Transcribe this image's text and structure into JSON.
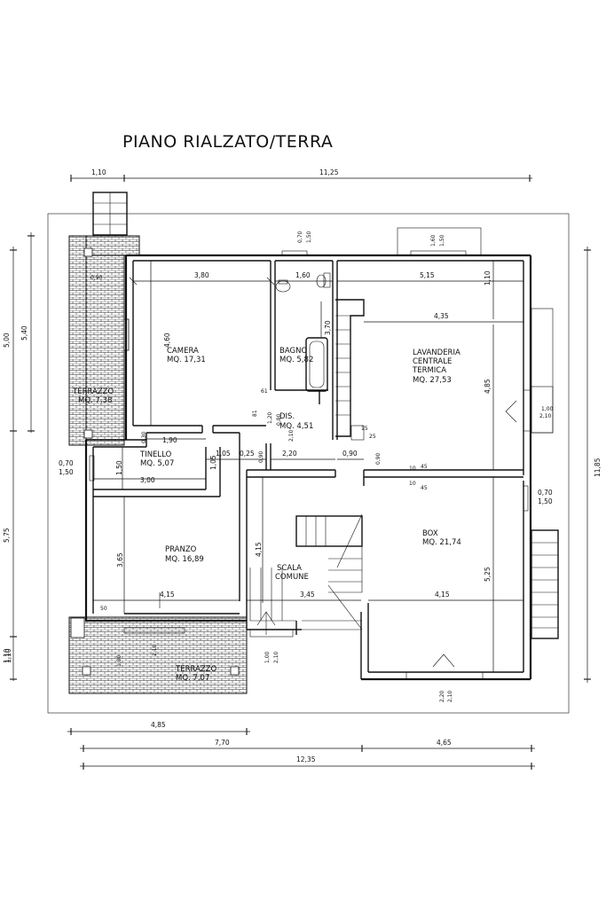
{
  "title": "PIANO RIALZATO/TERRA",
  "rooms": {
    "camera": {
      "name": "CAMERA",
      "area": "MQ. 17,31"
    },
    "bagno": {
      "name": "BAGNO",
      "area": "MQ. 5,82"
    },
    "lavanderia": {
      "line1": "LAVANDERIA",
      "line2": "CENTRALE",
      "line3": "TERMICA",
      "area": "MQ. 27,53"
    },
    "dis": {
      "name": "DIS.",
      "area": "MQ. 4,51"
    },
    "tinello": {
      "name": "TINELLO",
      "area": "MQ. 5,07"
    },
    "pranzo": {
      "name": "PRANZO",
      "area": "MQ. 16,89"
    },
    "box": {
      "name": "BOX",
      "area": "MQ. 21,74"
    },
    "scala": {
      "line1": "SCALA",
      "line2": "COMUNE"
    },
    "terrazzo_left": {
      "name": "TERRAZZO",
      "area": "MQ. 7,38"
    },
    "terrazzo_bottom": {
      "name": "TERRAZZO",
      "area": "MQ. 7,07"
    }
  },
  "dims": {
    "top_left": "1,10",
    "top_right": "11,25",
    "left_outer_upper": "5,00",
    "left_inner_upper": "5,40",
    "left_outer_lower": "5,75",
    "left_outer_bottom": "1,10",
    "right_total": "11,85",
    "bottom_1": "4,85",
    "bottom_2a": "7,70",
    "bottom_2b": "4,65",
    "bottom_total": "12,35",
    "camera_w": "3,80",
    "camera_h": "4,60",
    "bagno_w": "1,60",
    "bagno_h": "3,70",
    "bagno_win_a": "0,70",
    "bagno_win_b": "1,50",
    "lav_w1": "5,15",
    "lav_w2": "4,35",
    "lav_h1": "1,10",
    "lav_h2": "4,85",
    "lav_win_a": "1,60",
    "lav_win_b": "1,50",
    "lav_door_a": "1,00",
    "lav_door_b": "2,10",
    "terr_w": "0,90",
    "tinello_w1": "1,90",
    "tinello_w2": "3,00",
    "tinello_h1": "0,30",
    "tinello_h2": "1,50",
    "tinello_h3": "1,05",
    "tinello_win_a": "0,70",
    "tinello_win_b": "1,50",
    "d_105": "1,05",
    "d_025": "0,25",
    "d_090a": "0,90",
    "d_220": "2,20",
    "d_090b": "0,90",
    "d_090c": "0,90",
    "dis_a": "0,80",
    "dis_b": "2,10",
    "dis_61": "61",
    "dis_81": "81",
    "dis_120": "1,20",
    "pranzo_h": "3,65",
    "pranzo_w": "4,15",
    "pranzo_win_a": "1,00",
    "pranzo_win_b": "2,10",
    "scala_h": "4,15",
    "scala_w": "3,45",
    "scala_door_a": "1,00",
    "scala_door_b": "2,10",
    "box_w": "4,15",
    "box_h": "5,25",
    "box_win_a": "0,70",
    "box_win_b": "1,50",
    "box_door_a": "2,20",
    "box_door_b": "2,10",
    "small_15": "15",
    "small_25": "25",
    "small_10a": "10",
    "small_45a": "45",
    "small_10b": "10",
    "small_45b": "45",
    "small_50": "50"
  }
}
